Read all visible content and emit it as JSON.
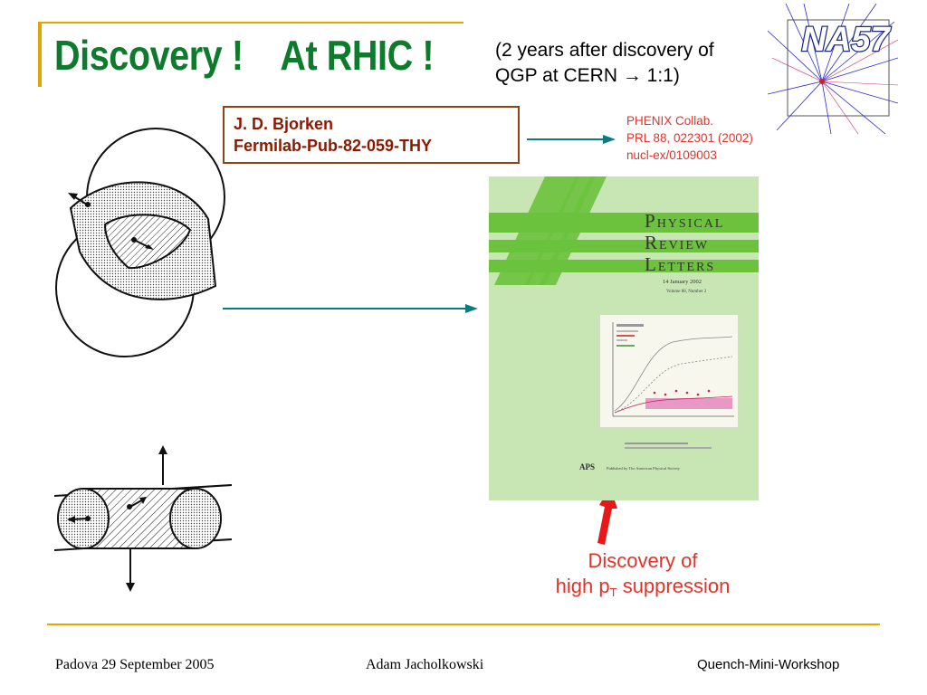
{
  "title": "Discovery !    At RHIC !",
  "subtitle": {
    "line1": "(2 years after discovery of",
    "line2": "QGP at CERN → 1:1)"
  },
  "logo": {
    "text": "NA57",
    "icon": "na57-event-logo"
  },
  "reference": {
    "author": "J. D. Bjorken",
    "report": "Fermilab-Pub-82-059-THY"
  },
  "phenix": {
    "line1": "PHENIX Collab.",
    "line2": "PRL 88, 022301 (2002)",
    "line3": "nucl-ex/0109003"
  },
  "journal": {
    "physical": "HYSICAL",
    "review": "EVIEW",
    "letters": "ETTERS",
    "date": "14 January 2002",
    "volume": "Volume 88, Number 2",
    "aps": "APS",
    "publisher": "Published by The American Physical Society"
  },
  "discovery": {
    "line1": "Discovery of",
    "line2_pre": "high p",
    "line2_sub": "T",
    "line2_post": " suppression"
  },
  "footer": {
    "left": "Padova 29 September 2005",
    "center": "Adam Jacholkowski",
    "right": "Quench-Mini-Workshop"
  },
  "colors": {
    "title": "#0e7a2c",
    "accent_line": "#e3a500",
    "arrow": "#0b7b80",
    "box_border": "#8b4513",
    "highlight": "#e0342a"
  }
}
